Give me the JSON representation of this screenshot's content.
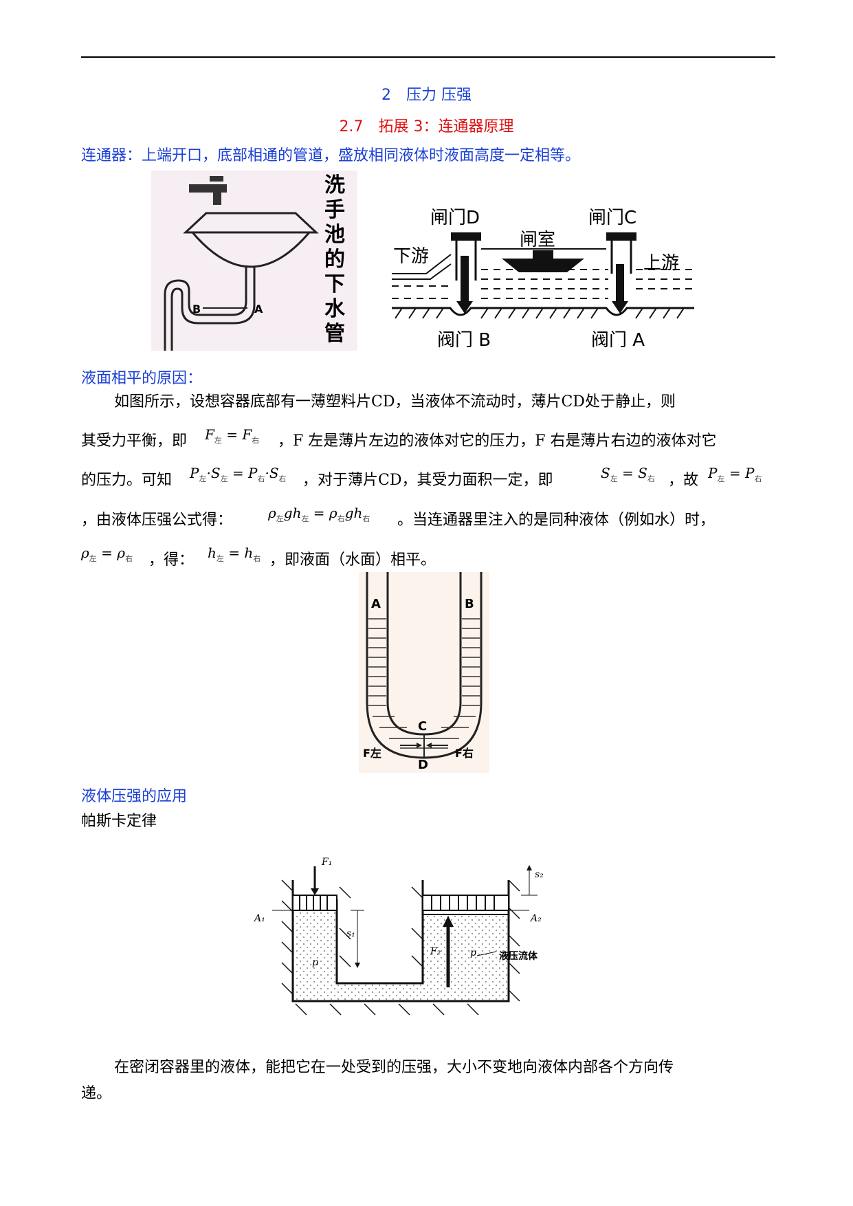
{
  "chapter_title": "2　压力 压强",
  "section_title": "2.7　拓展 3：连通器原理",
  "definition": "连通器：上端开口，底部相通的管道，盛放相同液体时液面高度一定相等。",
  "fig_sink": {
    "caption_chars": [
      "洗",
      "手",
      "池",
      "的",
      "下",
      "水",
      "管"
    ],
    "label_a": "A",
    "label_b": "B"
  },
  "fig_lock": {
    "gate_d": "闸门D",
    "gate_c": "闸门C",
    "chamber": "闸室",
    "downstream": "下游",
    "upstream": "上游",
    "valve_b": "阀门 B",
    "valve_a": "阀门 A"
  },
  "reason_heading": "液面相平的原因：",
  "para1": {
    "l1": "如图所示，设想容器底部有一薄塑料片CD，当液体不流动时，薄片CD处于静止，则",
    "l2a": "其受力平衡，即",
    "l2b": "，F 左是薄片左边的液体对它的压力，F 右是薄片右边的液体对它",
    "l3a": "的压力。可知",
    "l3b": "，对于薄片CD，其受力面积一定，即",
    "l3c": "，故",
    "l4a": "，由液体压强公式得：",
    "l4b": "。当连通器里注入的是同种液体（例如水）时，",
    "l5a": "，得：",
    "l5b": "，即液面（水面）相平。"
  },
  "fig_u": {
    "a": "A",
    "b": "B",
    "c": "C",
    "d": "D",
    "fl": "F左",
    "fr": "F右"
  },
  "app_heading": "液体压强的应用",
  "pascal_label": "帕斯卡定律",
  "fig_pascal": {
    "f1": "F₁",
    "f2": "F₂",
    "s1": "s₁",
    "s2": "s₂",
    "a1": "A₁",
    "a2": "A₂",
    "p": "p",
    "fluid": "液压流体"
  },
  "pascal_text_l1": "在密闭容器里的液体，能把它在一处受到的压强，大小不变地向液体内部各个方向传",
  "pascal_text_l2": "递。"
}
